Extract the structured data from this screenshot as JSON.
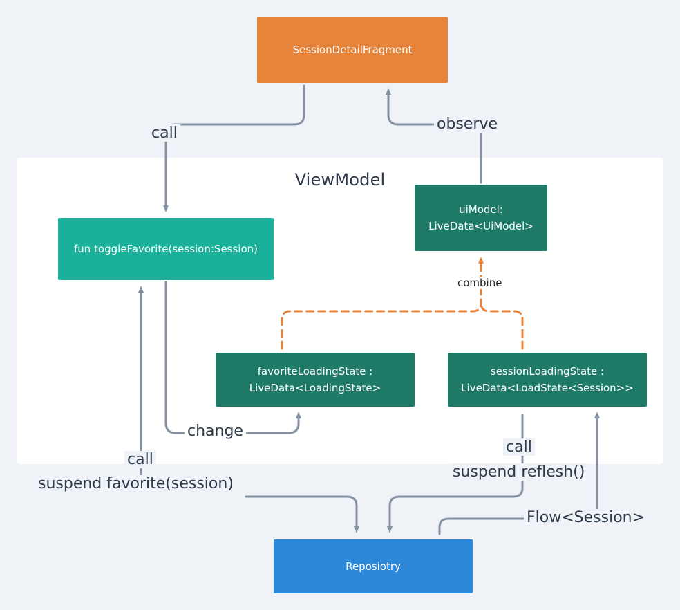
{
  "panel": {
    "title": "ViewModel"
  },
  "nodes": {
    "fragment": "SessionDetailFragment",
    "toggle": "fun toggleFavorite(session:Session)",
    "ui_model": [
      "uiModel:",
      "LiveData<UiModel>"
    ],
    "favorite_loading": [
      "favoriteLoadingState :",
      "LiveData<LoadingState>"
    ],
    "session_loading": [
      "sessionLoadingState :",
      "LiveData<LoadState<Session>>"
    ],
    "repository": "Reposiotry"
  },
  "edge_labels": {
    "call_top": "call",
    "observe": "observe",
    "combine": "combine",
    "change": "change",
    "call_left": "call",
    "suspend_favorite": "suspend favorite(session)",
    "call_right": "call",
    "suspend_reflesh": "suspend reflesh()",
    "flow_session": "Flow<Session>"
  },
  "colors": {
    "background": "#eff3f7",
    "panel": "#ffffff",
    "fragment": "#e8843a",
    "toggle": "#1ab09a",
    "livedata": "#1e7a66",
    "repository": "#2e88d9",
    "edge": "#8492a3",
    "combine_edge": "#e8843a"
  }
}
